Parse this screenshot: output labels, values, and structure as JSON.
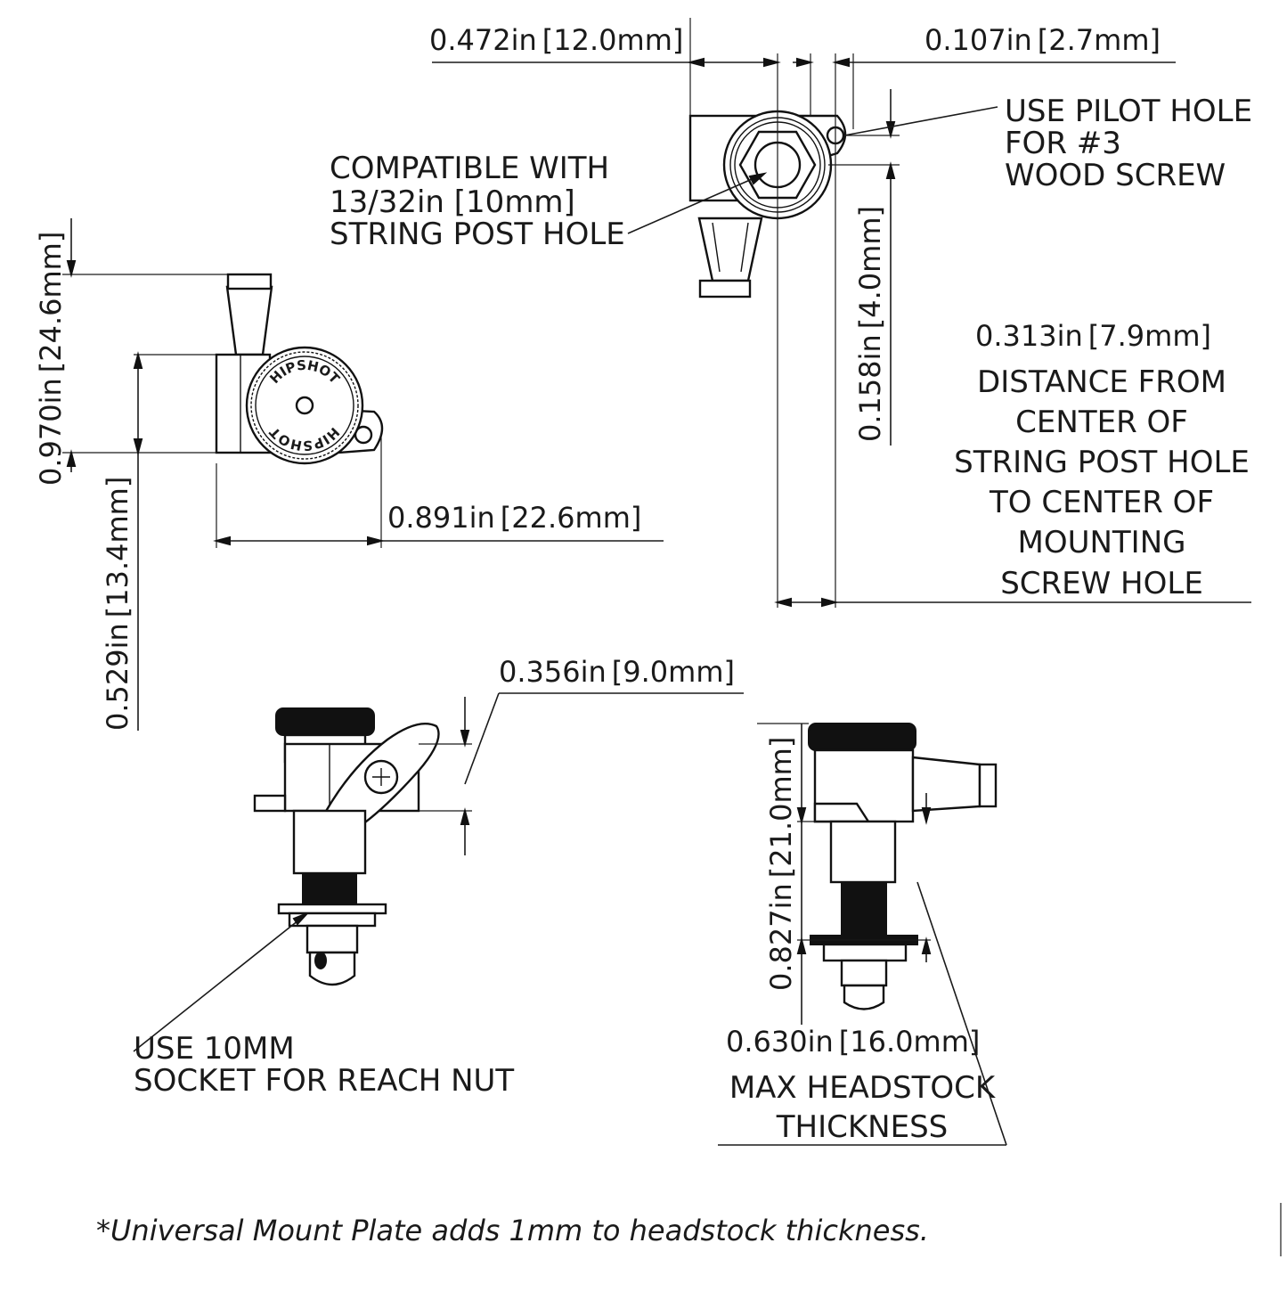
{
  "dimensions": {
    "top_width_in": "0.472in",
    "top_width_mm": "12.0mm",
    "top_offset_in": "0.107in",
    "top_offset_mm": "2.7mm",
    "hole_offset_in": "0.158in",
    "hole_offset_mm": "4.0mm",
    "distance_in": "0.313in",
    "distance_mm": "7.9mm",
    "height_in": "0.970in",
    "height_mm": "24.6mm",
    "lower_in": "0.529in",
    "lower_mm": "13.4mm",
    "length_in": "0.891in",
    "length_mm": "22.6mm",
    "button_in": "0.356in",
    "button_mm": "9.0mm",
    "body_in": "0.827in",
    "body_mm": "21.0mm",
    "headstock_in": "0.630in",
    "headstock_mm": "16.0mm"
  },
  "labels": {
    "pilot_hole": [
      "USE PILOT HOLE",
      "FOR #3",
      "WOOD SCREW"
    ],
    "compatible": [
      "COMPATIBLE WITH",
      "13/32in [10mm]",
      "STRING POST HOLE"
    ],
    "distance": [
      "DISTANCE FROM",
      "CENTER OF",
      "STRING POST HOLE",
      "TO CENTER OF",
      "MOUNTING",
      "SCREW HOLE"
    ],
    "socket": [
      "USE 10MM",
      "SOCKET FOR REACH NUT"
    ],
    "headstock": [
      "MAX HEADSTOCK",
      "THICKNESS"
    ],
    "logo_top": "HIPSHOT",
    "logo_bottom": "HIPSHOT"
  },
  "footnote": "*Universal Mount Plate adds 1mm to headstock thickness."
}
